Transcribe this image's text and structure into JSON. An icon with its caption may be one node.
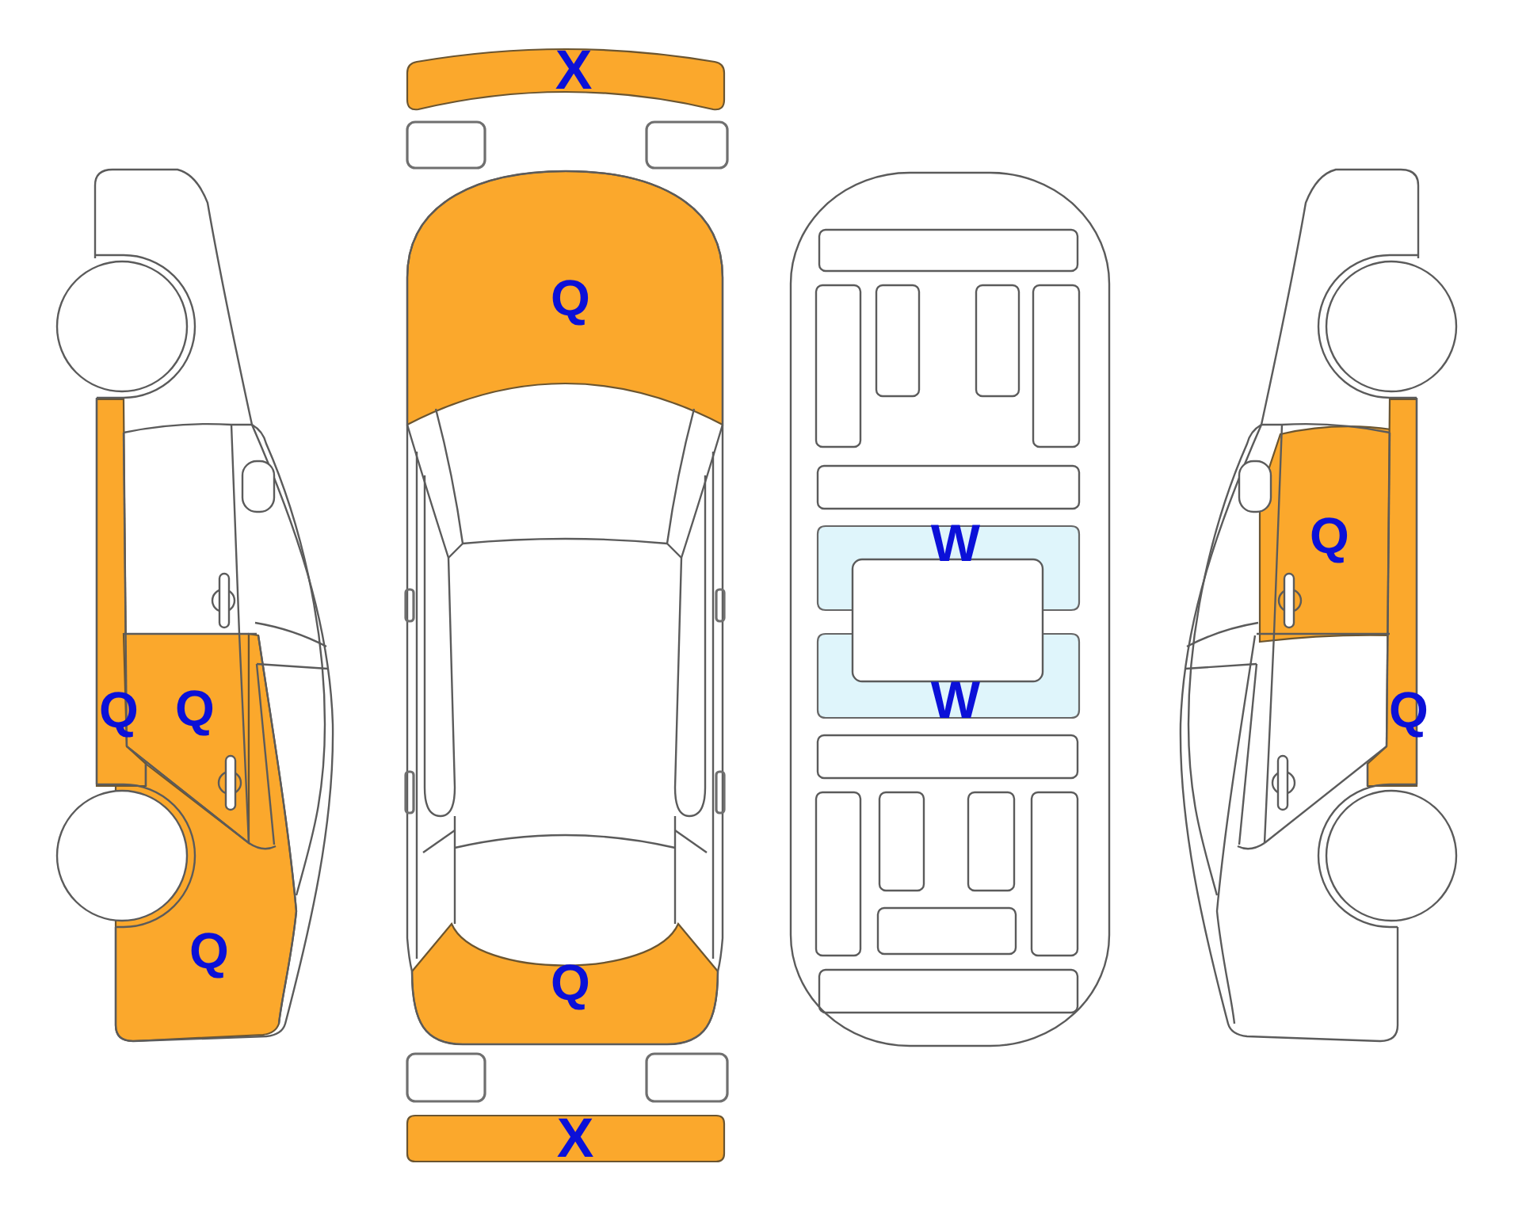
{
  "diagram": {
    "nodes": [
      {
        "text": [
          "X"
        ]
      },
      {
        "text": [
          "Q"
        ]
      },
      {
        "text": [
          "W"
        ]
      },
      {
        "text": [
          "Q"
        ]
      },
      {
        "text": [
          "Q"
        ]
      },
      {
        "text": [
          "Q"
        ]
      },
      {
        "text": [
          "W"
        ]
      },
      {
        "text": [
          "Q"
        ]
      },
      {
        "text": [
          "Q"
        ]
      },
      {
        "text": [
          "Q"
        ]
      },
      {
        "text": [
          "X"
        ]
      }
    ]
  }
}
